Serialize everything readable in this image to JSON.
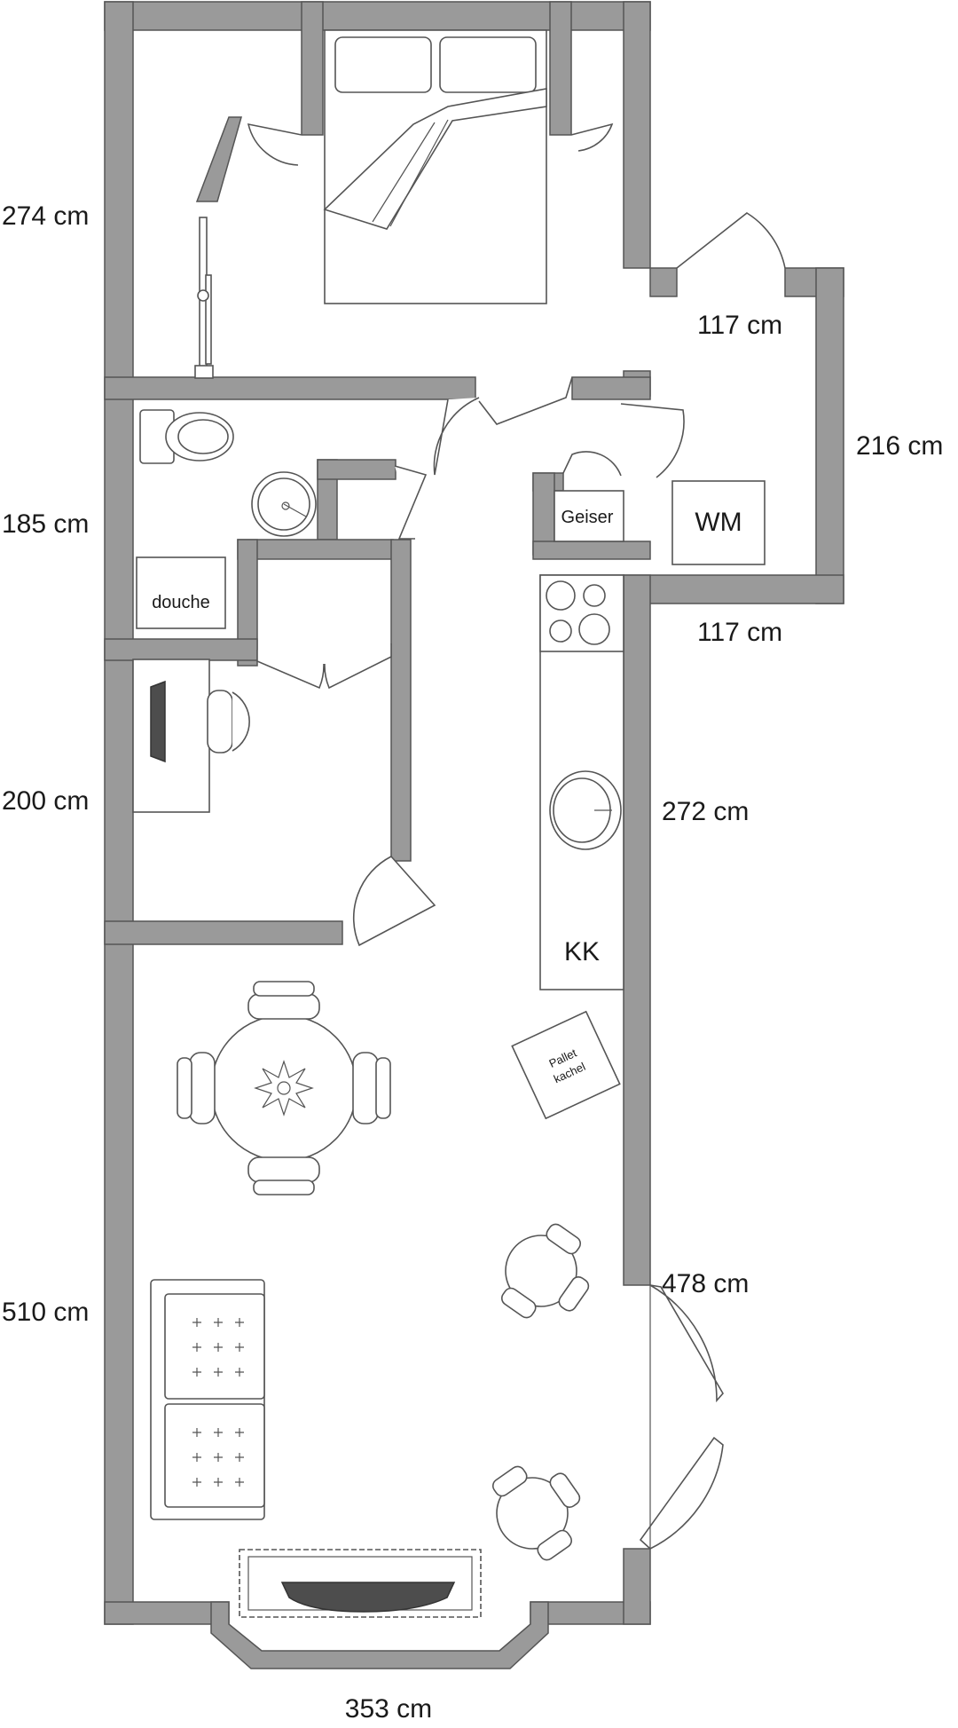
{
  "floor_plan": {
    "dimensions": {
      "bedroom_height": "274 cm",
      "storage_width_top": "117 cm",
      "storage_height": "216 cm",
      "bathroom_height": "185 cm",
      "storage_width_bottom": "117 cm",
      "study_height": "200 cm",
      "kitchen_length": "272 cm",
      "living_height": "510 cm",
      "entrance_wall": "478 cm",
      "bottom_width": "353 cm"
    },
    "labels": {
      "shower": "douche",
      "boiler": "Geiser",
      "washing_machine": "WM",
      "fridge": "KK",
      "stove_line1": "Pallet",
      "stove_line2": "kachel"
    },
    "colors": {
      "wall_fill": "#9a9a9a",
      "outline": "#555555",
      "floor": "#ffffff"
    }
  }
}
